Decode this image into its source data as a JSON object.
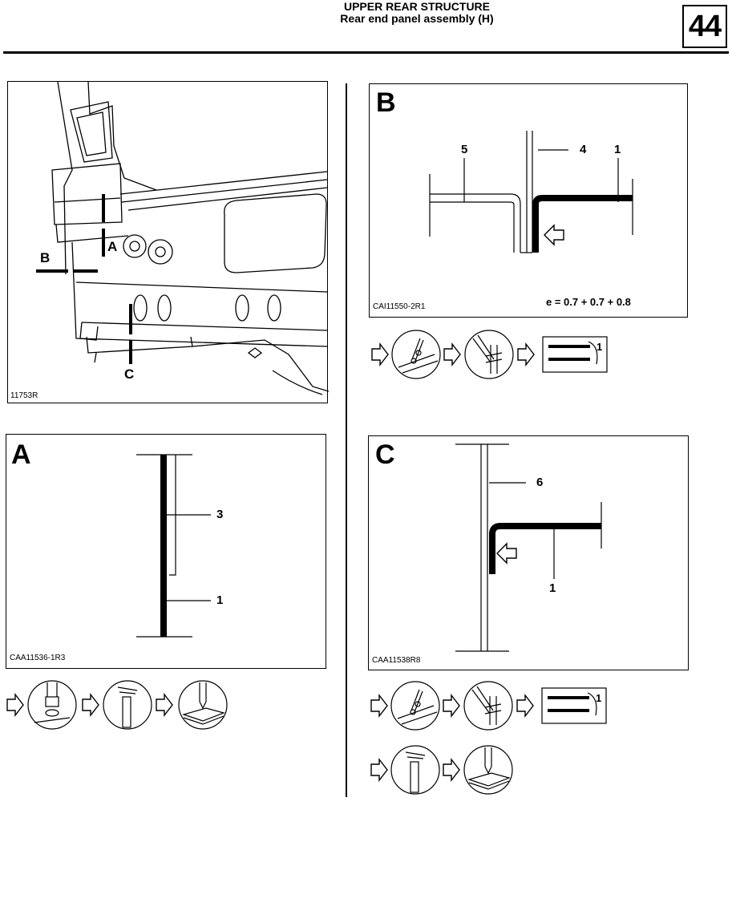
{
  "header": {
    "title": "UPPER REAR STRUCTURE",
    "subtitle": "Rear end panel assembly (H)",
    "page_number": "44"
  },
  "figures": {
    "overview": {
      "ref": "11753R",
      "labels": {
        "a": "A",
        "b": "B",
        "c": "C"
      }
    },
    "section_b": {
      "letter": "B",
      "ref": "CAI11550-2R1",
      "callouts": [
        "5",
        "4",
        "1"
      ],
      "thickness": "e = 0.7 + 0.7 + 0.8"
    },
    "section_a": {
      "letter": "A",
      "ref": "CAA11536-1R3",
      "callouts": [
        "3",
        "1"
      ]
    },
    "section_c": {
      "letter": "C",
      "ref": "CAA11538R8",
      "callouts": [
        "6",
        "1"
      ]
    }
  },
  "procedures": {
    "b_sequence": [
      "arrow-icon",
      "spot-weld-cutter-icon",
      "arrow-icon",
      "chisel-separation-icon",
      "arrow-icon",
      "resistance-spot-weld-icon"
    ],
    "b_weld_label": "1",
    "a_sequence": [
      "arrow-icon",
      "drill-icon",
      "arrow-icon",
      "grinder-icon",
      "arrow-icon",
      "plug-weld-icon"
    ],
    "c_sequence_1": [
      "arrow-icon",
      "spot-weld-cutter-icon",
      "arrow-icon",
      "chisel-separation-icon",
      "arrow-icon",
      "resistance-spot-weld-icon"
    ],
    "c_weld_label": "1",
    "c_sequence_2": [
      "arrow-icon",
      "grinder-icon",
      "arrow-icon",
      "plug-weld-icon"
    ]
  }
}
